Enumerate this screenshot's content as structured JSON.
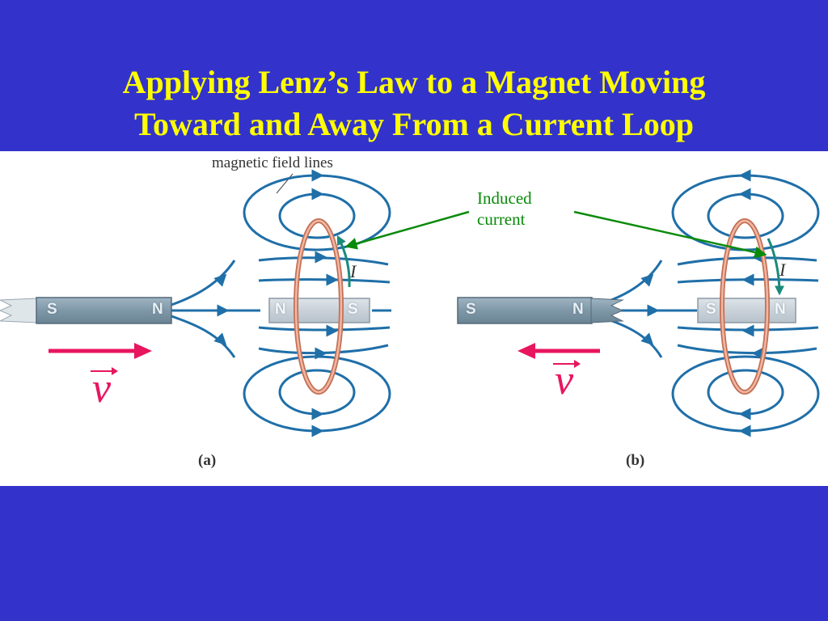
{
  "title": {
    "line1": "Applying Lenz’s Law to a Magnet Moving",
    "line2": "Toward and Away From a Current Loop"
  },
  "labels": {
    "magnetic_field_lines": "magnetic field lines",
    "induced_current_line1": "Induced",
    "induced_current_line2": "current",
    "panel_a": "(a)",
    "panel_b": "(b)",
    "current_symbol": "I",
    "velocity_symbol": "v"
  },
  "panel_a": {
    "moving_magnet": {
      "left_pole": "S",
      "right_pole": "N"
    },
    "induced_magnet": {
      "left_pole": "N",
      "right_pole": "S"
    },
    "velocity_direction": "right"
  },
  "panel_b": {
    "moving_magnet": {
      "left_pole": "S",
      "right_pole": "N"
    },
    "induced_magnet": {
      "left_pole": "S",
      "right_pole": "N"
    },
    "velocity_direction": "left"
  },
  "colors": {
    "background": "#3333cc",
    "title": "#ffff00",
    "field_lines": "#1f6fa8",
    "loop": "#d98a72",
    "current_arrow": "#1a8a7a",
    "induced_pointer": "#0a8a0a",
    "velocity": "#e8155f"
  }
}
